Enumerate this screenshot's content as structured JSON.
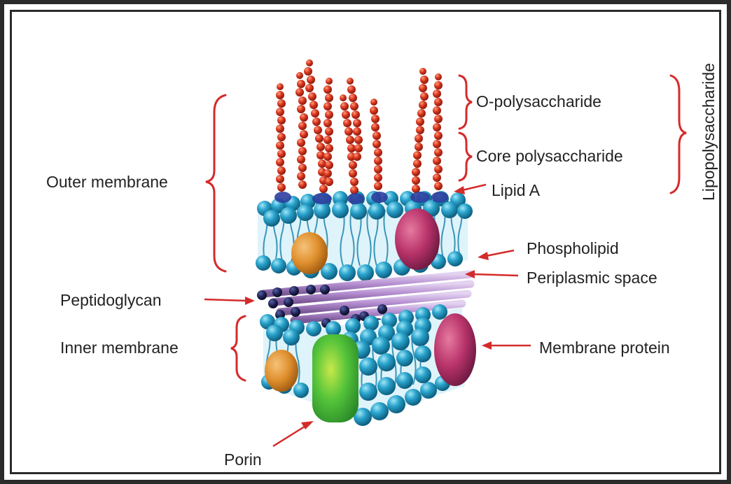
{
  "labels": {
    "o_polysaccharide": "O-polysaccharide",
    "core_polysaccharide": "Core polysaccharide",
    "lipid_a": "Lipid A",
    "lipopolysaccharide": "Lipopolysaccharide",
    "outer_membrane": "Outer membrane",
    "phospholipid": "Phospholipid",
    "periplasmic_space": "Periplasmic space",
    "peptidoglycan": "Peptidoglycan",
    "inner_membrane": "Inner membrane",
    "membrane_protein": "Membrane protein",
    "porin": "Porin"
  },
  "colors": {
    "bracket": "#d42b2b",
    "arrow": "#d42b2b",
    "lipid_head": "#2aa3cc",
    "lps_chain": "#d9371f",
    "peptidoglycan_rod": "#b58fd1",
    "peptidoglycan_node": "#1e2250",
    "porin": "#55c43a",
    "membrane_protein": "#b8336a",
    "orange_protein": "#e0902e"
  }
}
